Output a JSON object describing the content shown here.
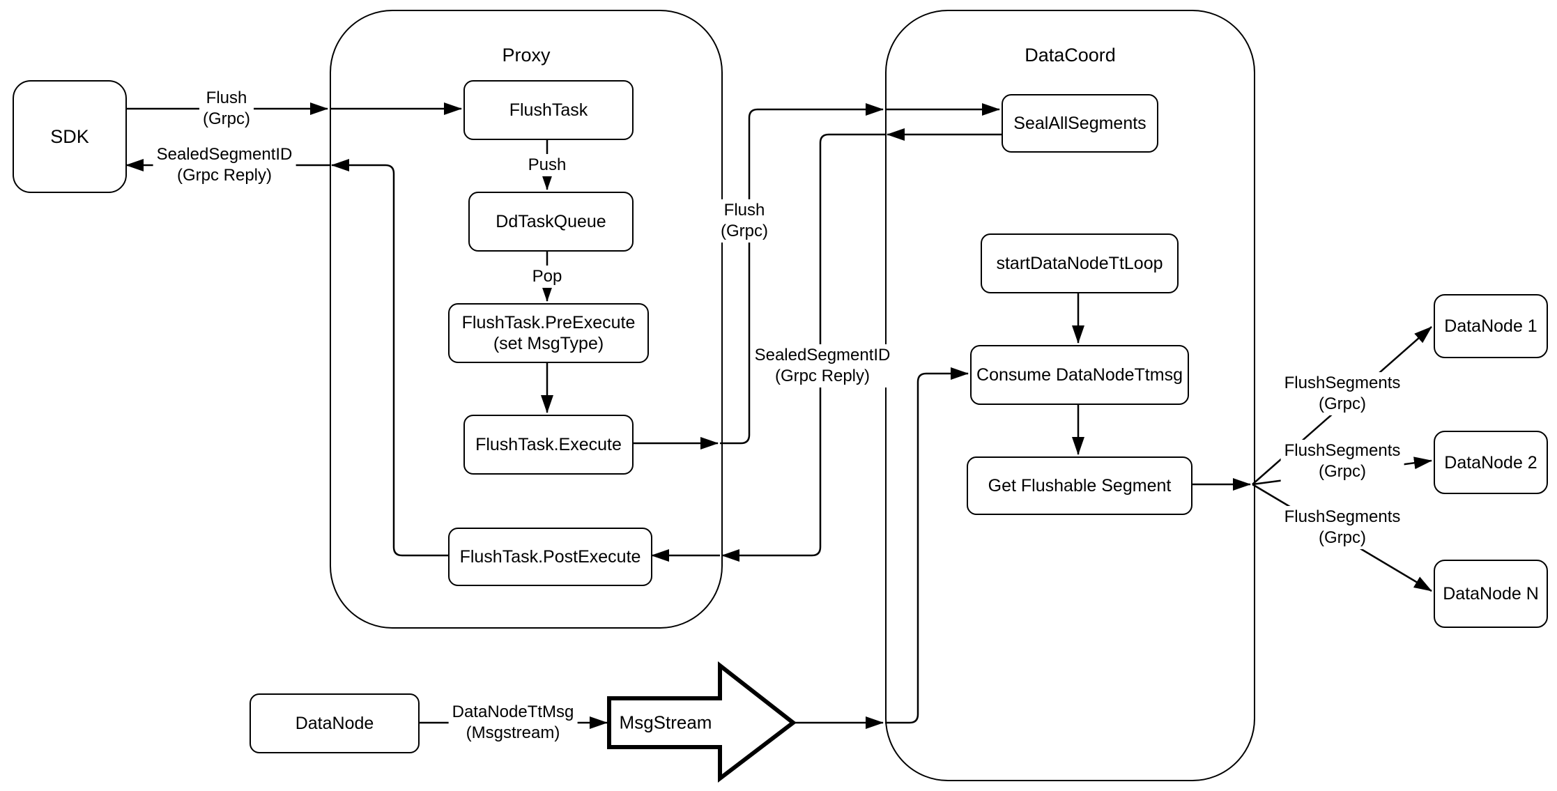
{
  "diagram": {
    "colors": {
      "stroke": "#000000",
      "background": "#ffffff"
    },
    "containers": {
      "proxy": {
        "title": "Proxy"
      },
      "datacoord": {
        "title": "DataCoord"
      }
    },
    "nodes": {
      "sdk": {
        "label": "SDK"
      },
      "flush_task": {
        "label": "FlushTask"
      },
      "dd_task_queue": {
        "label": "DdTaskQueue"
      },
      "pre_execute": {
        "line1": "FlushTask.PreExecute",
        "line2": "(set MsgType)"
      },
      "execute": {
        "label": "FlushTask.Execute"
      },
      "post_execute": {
        "label": "FlushTask.PostExecute"
      },
      "seal_all_segments": {
        "label": "SealAllSegments"
      },
      "start_datanode_tt_loop": {
        "label": "startDataNodeTtLoop"
      },
      "consume_datanode_ttmsg": {
        "label": "Consume DataNodeTtmsg"
      },
      "get_flushable_segment": {
        "label": "Get Flushable Segment"
      },
      "datanode_1": {
        "label": "DataNode 1"
      },
      "datanode_2": {
        "label": "DataNode 2"
      },
      "datanode_n": {
        "label": "DataNode N"
      },
      "datanode_bottom": {
        "label": "DataNode"
      },
      "msgstream": {
        "label": "MsgStream"
      }
    },
    "edge_labels": {
      "flush_sdk": {
        "line1": "Flush",
        "line2": "(Grpc)"
      },
      "sealed_sdk": {
        "line1": "SealedSegmentID",
        "line2": "(Grpc Reply)"
      },
      "push": {
        "line1": "Push"
      },
      "pop": {
        "line1": "Pop"
      },
      "flush_mid": {
        "line1": "Flush",
        "line2": "(Grpc)"
      },
      "sealed_mid": {
        "line1": "SealedSegmentID",
        "line2": "(Grpc Reply)"
      },
      "flush_segments_1": {
        "line1": "FlushSegments",
        "line2": "(Grpc)"
      },
      "flush_segments_2": {
        "line1": "FlushSegments",
        "line2": "(Grpc)"
      },
      "flush_segments_3": {
        "line1": "FlushSegments",
        "line2": "(Grpc)"
      },
      "datanode_ttmsg": {
        "line1": "DataNodeTtMsg",
        "line2": "(Msgstream)"
      }
    }
  }
}
